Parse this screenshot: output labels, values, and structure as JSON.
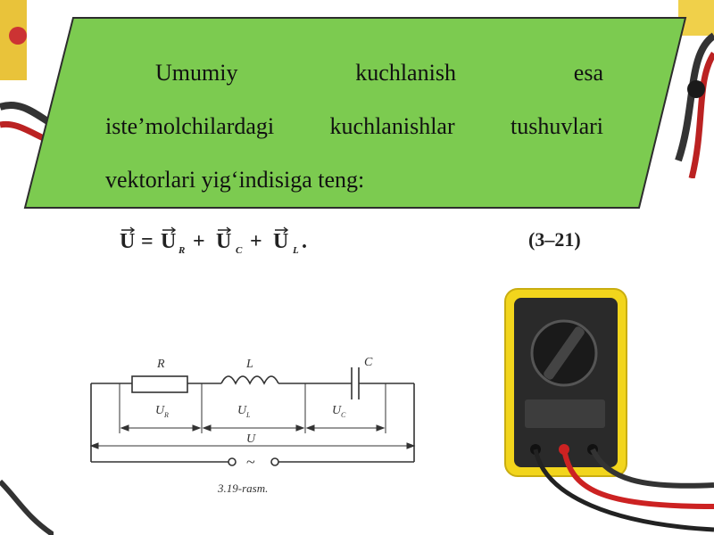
{
  "paragraph": {
    "line1": [
      "Umumiy",
      "kuchlanish",
      "esa"
    ],
    "line2": [
      "iste’molchilardagi",
      "kuchlanishlar",
      "tushuvlari"
    ],
    "line3": "vektorlari yig‘indisiga teng:"
  },
  "formula": {
    "U": "U",
    "eq": "=",
    "plus": "+",
    "sub_R": "R",
    "sub_C": "C",
    "sub_L": "L",
    "end": ".",
    "number": "(3–21)"
  },
  "circuit": {
    "label_R": "R",
    "label_L": "L",
    "label_C": "C",
    "label_UR": "U",
    "sub_UR": "R",
    "label_UL": "U",
    "sub_UL": "L",
    "label_UC": "U",
    "sub_UC": "C",
    "label_U": "U",
    "tilde": "~",
    "caption": "3.19-rasm."
  },
  "colors": {
    "banner_fill": "#7ccb50",
    "banner_stroke": "#2d2d2d",
    "multimeter_body": "#f2d51c"
  }
}
